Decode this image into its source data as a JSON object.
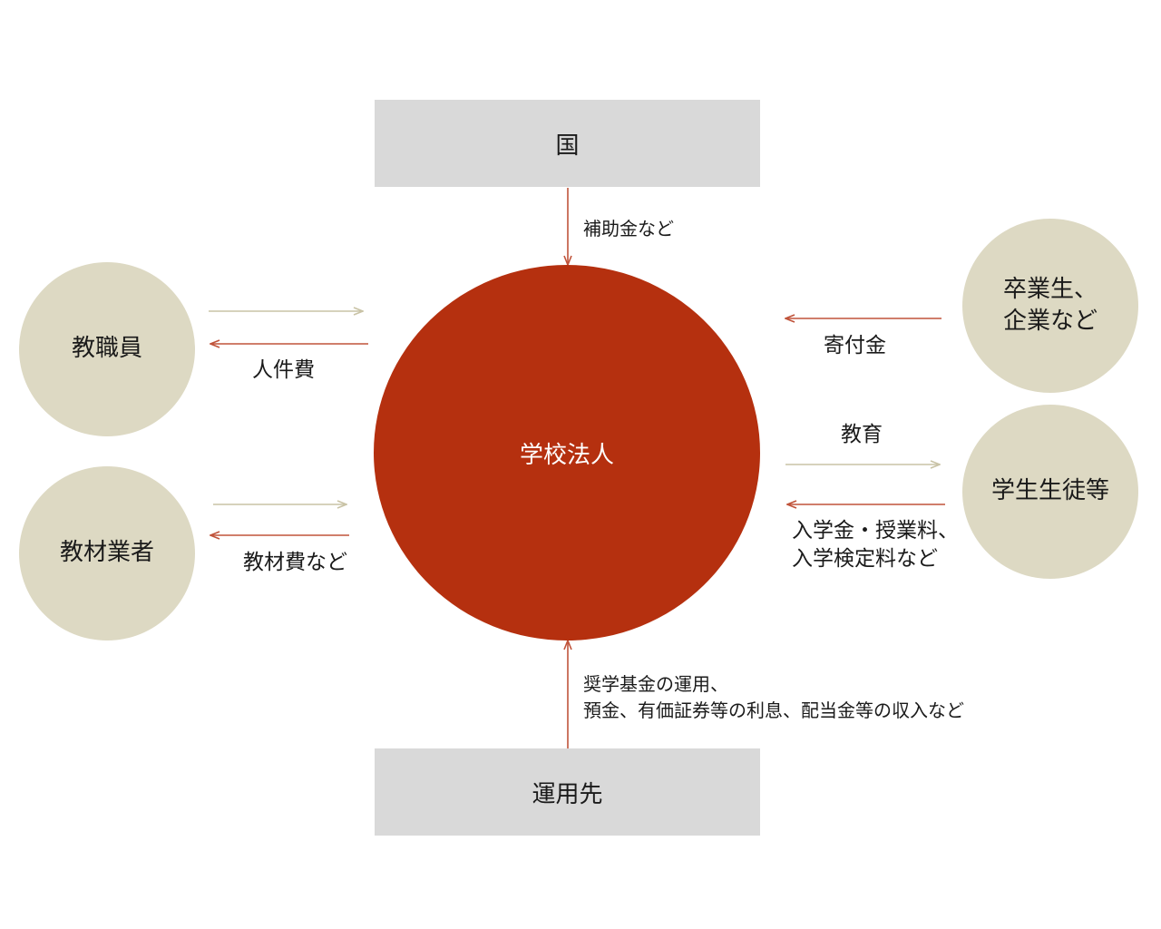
{
  "nodes": {
    "country": "国",
    "investment_target": "運用先",
    "school_corporation": "学校法人",
    "staff": "教職員",
    "material_vendor": "教材業者",
    "alumni_companies": "卒業生、\n企業など",
    "students": "学生生徒等"
  },
  "flows": {
    "subsidy": "補助金など",
    "personnel_cost": "人件費",
    "material_cost": "教材費など",
    "donation": "寄付金",
    "education": "教育",
    "tuition": "入学金・授業料、\n入学検定料など",
    "investment_income": "奨学基金の運用、\n預金、有価証券等の利息、配当金等の収入など"
  },
  "colors": {
    "accent": "#b5300f",
    "node_circle": "#ddd9c3",
    "node_rect": "#d9d9d9",
    "arrow_red": "#c0533a",
    "arrow_tan": "#c9c3a6"
  }
}
